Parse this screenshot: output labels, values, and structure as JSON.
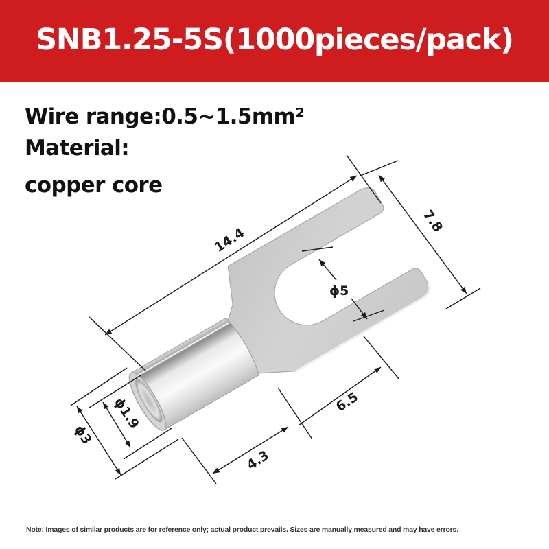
{
  "header": {
    "title": "SNB1.25-5S(1000pieces/pack)",
    "background_color": "#cf1c1f",
    "text_color": "#ffffff"
  },
  "specs": {
    "wire_range": "Wire range:0.5~1.5mm²",
    "material_label": "Material:",
    "material_value": "copper core"
  },
  "diagram": {
    "product": "spade fork terminal",
    "dimensions": {
      "total_length": "14.4",
      "fork_width": "7.8",
      "stud_hole": "ϕ5",
      "tongue_length": "6.5",
      "barrel_length": "4.3",
      "inner_diameter": "ϕ1.9",
      "outer_diameter": "ϕ3"
    }
  },
  "footer": {
    "note": "Note: Images of similar products are for reference only; actual product prevails. Sizes are manually measured and may have errors."
  }
}
